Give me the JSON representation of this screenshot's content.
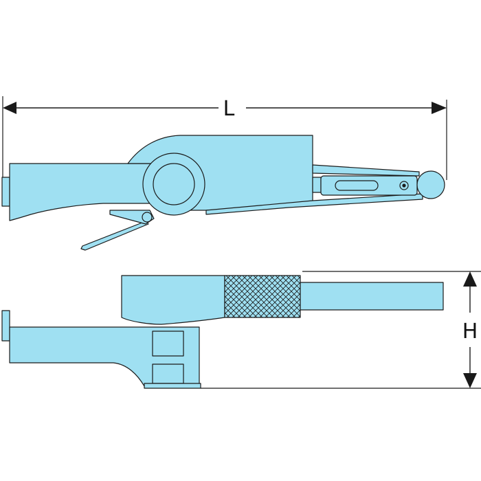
{
  "labels": {
    "length": "L",
    "height": "H"
  },
  "colors": {
    "tool_fill": "#9fe0f2",
    "outline": "#1a1a1a",
    "background": "#ffffff"
  },
  "views": [
    "side-view",
    "top-view"
  ]
}
